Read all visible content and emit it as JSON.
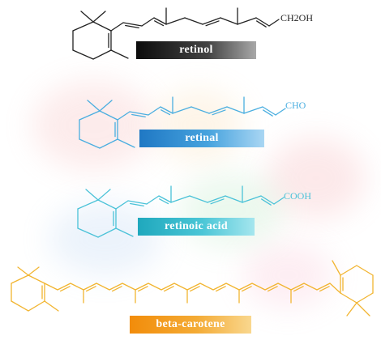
{
  "colors": {
    "retinol": "#222222",
    "retinal": "#4aaee0",
    "retinoic_acid": "#4ac2d8",
    "beta_carotene": "#f2b531"
  },
  "molecules": [
    {
      "name": "retinol",
      "group": "CH2OH"
    },
    {
      "name": "retinal",
      "group": "CHO"
    },
    {
      "name": "retinoic acid",
      "group": "COOH"
    },
    {
      "name": "beta-carotene",
      "group": ""
    }
  ]
}
